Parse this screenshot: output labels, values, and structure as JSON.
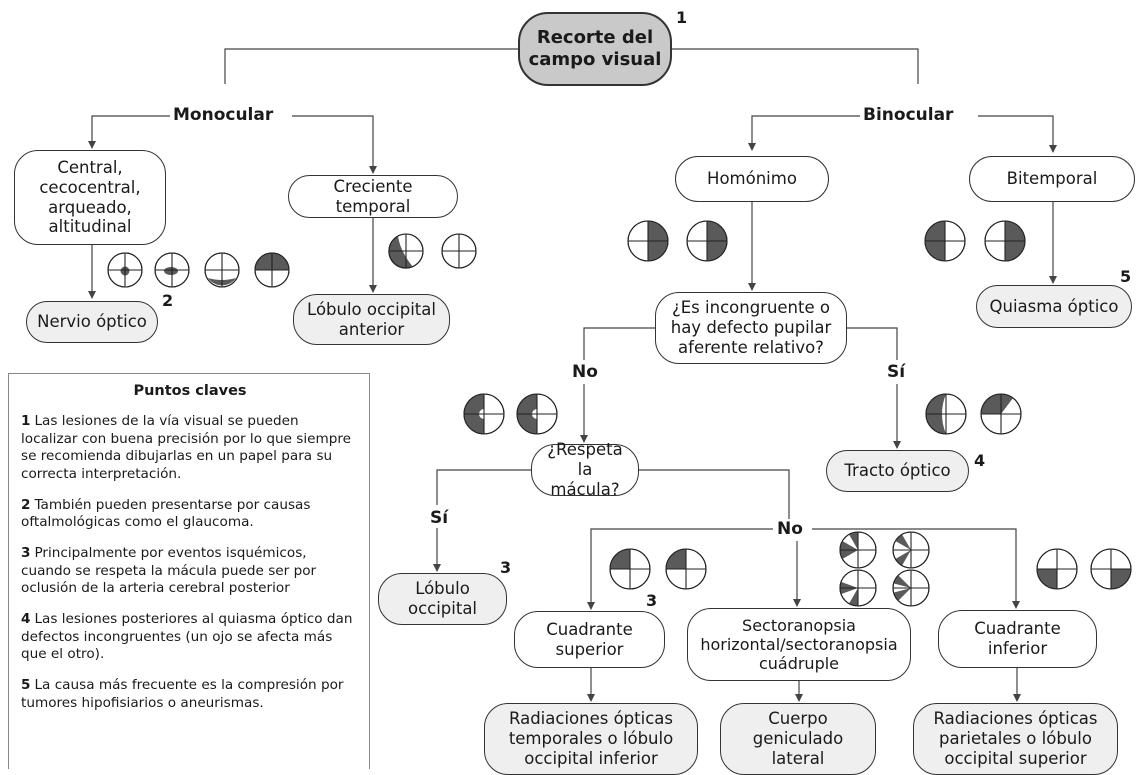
{
  "root": "Recorte del\ncampo visual",
  "branches": {
    "monocular": "Monocular",
    "binocular": "Binocular",
    "no1": "No",
    "si1": "Sí",
    "si2": "Sí",
    "no2": "No"
  },
  "nodes": {
    "central": "Central,\ncecocentral,\narqueado,\naltitudinal",
    "nervio": "Nervio óptico",
    "creciente": "Creciente\ntemporal",
    "lobulo_ant": "Lóbulo occipital\nanterior",
    "homonimo": "Homónimo",
    "bitemporal": "Bitemporal",
    "quiasma": "Quiasma óptico",
    "incongruente": "¿Es incongruente o\nhay defecto pupilar\naferente relativo?",
    "respeta": "¿Respeta la\nmácula?",
    "tracto": "Tracto óptico",
    "lobulo_occ": "Lóbulo\noccipital",
    "cuad_sup": "Cuadrante\nsuperior",
    "sectoranopsia": "Sectoranopsia\nhorizontal/sectoranopsia\ncuádruple",
    "cuad_inf": "Cuadrante\ninferior",
    "rad_temp": "Radiaciones ópticas\ntemporales o lóbulo\noccipital inferior",
    "cuerpo_gen": "Cuerpo\ngeniculado\nlateral",
    "rad_pariet": "Radiaciones ópticas\nparietales o lóbulo\noccipital superior"
  },
  "numbers": {
    "n1": "1",
    "n2": "2",
    "n3a": "3",
    "n3b": "3",
    "n4": "4",
    "n5": "5"
  },
  "key_points": {
    "title": "Puntos claves",
    "items": [
      {
        "num": "1",
        "text": "Las lesiones de la vía visual se pueden localizar con buena precisión por lo que siempre se recomienda dibujarlas en un papel para su correcta interpretación."
      },
      {
        "num": "2",
        "text": "También pueden presentarse por causas oftalmológicas como el glaucoma."
      },
      {
        "num": "3",
        "text": "Principalmente por eventos isquémicos, cuando se respeta la mácula puede ser por oclusión de la arteria cerebral posterior"
      },
      {
        "num": "4",
        "text": "Las lesiones posteriores al quiasma óptico dan defectos incongruentes (un ojo se afecta más que el otro)."
      },
      {
        "num": "5",
        "text": "La causa más frecuente es la compresión por tumores hipofisiarios o aneurismas."
      }
    ]
  },
  "colors": {
    "defect": "#5a5a5a",
    "line": "#444444",
    "box_gray": "#efefef",
    "root_fill": "#c9c9c9"
  },
  "icons": [
    "central-scotoma-icon",
    "cecocentral-scotoma-icon",
    "arcuate-defect-icon",
    "altitudinal-defect-icon",
    "temporal-crescent-defect-icon",
    "normal-field-icon",
    "homonymous-left-icon",
    "homonymous-right-icon",
    "bitemporal-left-icon",
    "bitemporal-right-icon",
    "macular-sparing-left-icon",
    "macular-sparing-right-icon",
    "incongruent-left-icon",
    "incongruent-right-icon",
    "superior-quadrant-left-icon",
    "superior-quadrant-right-icon",
    "sectoranopia-1-icon",
    "sectoranopia-2-icon",
    "sectoranopia-3-icon",
    "sectoranopia-4-icon",
    "inferior-quadrant-left-icon",
    "inferior-quadrant-right-icon"
  ]
}
